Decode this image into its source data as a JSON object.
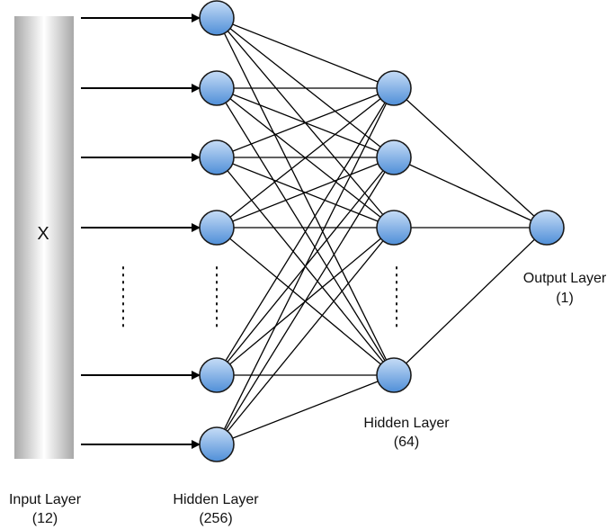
{
  "input_layer": {
    "symbol": "X",
    "title": "Input Layer",
    "size": "(12)"
  },
  "hidden_layer_1": {
    "title": "Hidden Layer",
    "size": "(256)"
  },
  "hidden_layer_2": {
    "title": "Hidden Layer",
    "size": "(64)"
  },
  "output_layer": {
    "title": "Output Layer",
    "size": "(1)"
  },
  "colors": {
    "node_fill_top": "#c6dcf6",
    "node_fill_bottom": "#4f8fd8",
    "input_bar_edge": "#a8a8a8",
    "input_bar_center": "#ffffff",
    "lines": "#000000"
  }
}
